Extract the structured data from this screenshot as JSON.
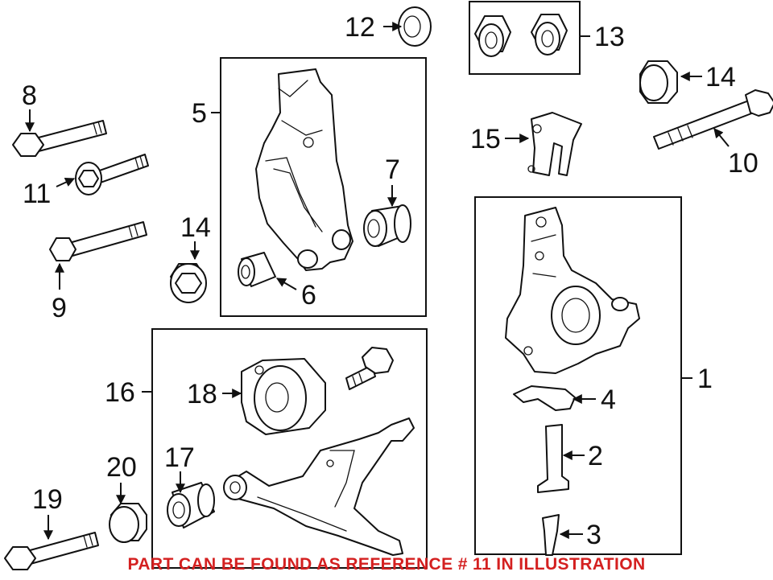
{
  "diagram": {
    "callouts": {
      "c1": "1",
      "c2": "2",
      "c3": "3",
      "c4": "4",
      "c5": "5",
      "c6": "6",
      "c7": "7",
      "c8": "8",
      "c9": "9",
      "c10": "10",
      "c11": "11",
      "c12": "12",
      "c13": "13",
      "c14a": "14",
      "c14b": "14",
      "c15": "15",
      "c16": "16",
      "c17": "17",
      "c18": "18",
      "c19": "19",
      "c20": "20"
    }
  },
  "note": {
    "text": "PART CAN BE FOUND AS REFERENCE # 11 IN ILLUSTRATION",
    "color": "#d42020"
  },
  "colors": {
    "line": "#111111",
    "background": "#ffffff"
  }
}
